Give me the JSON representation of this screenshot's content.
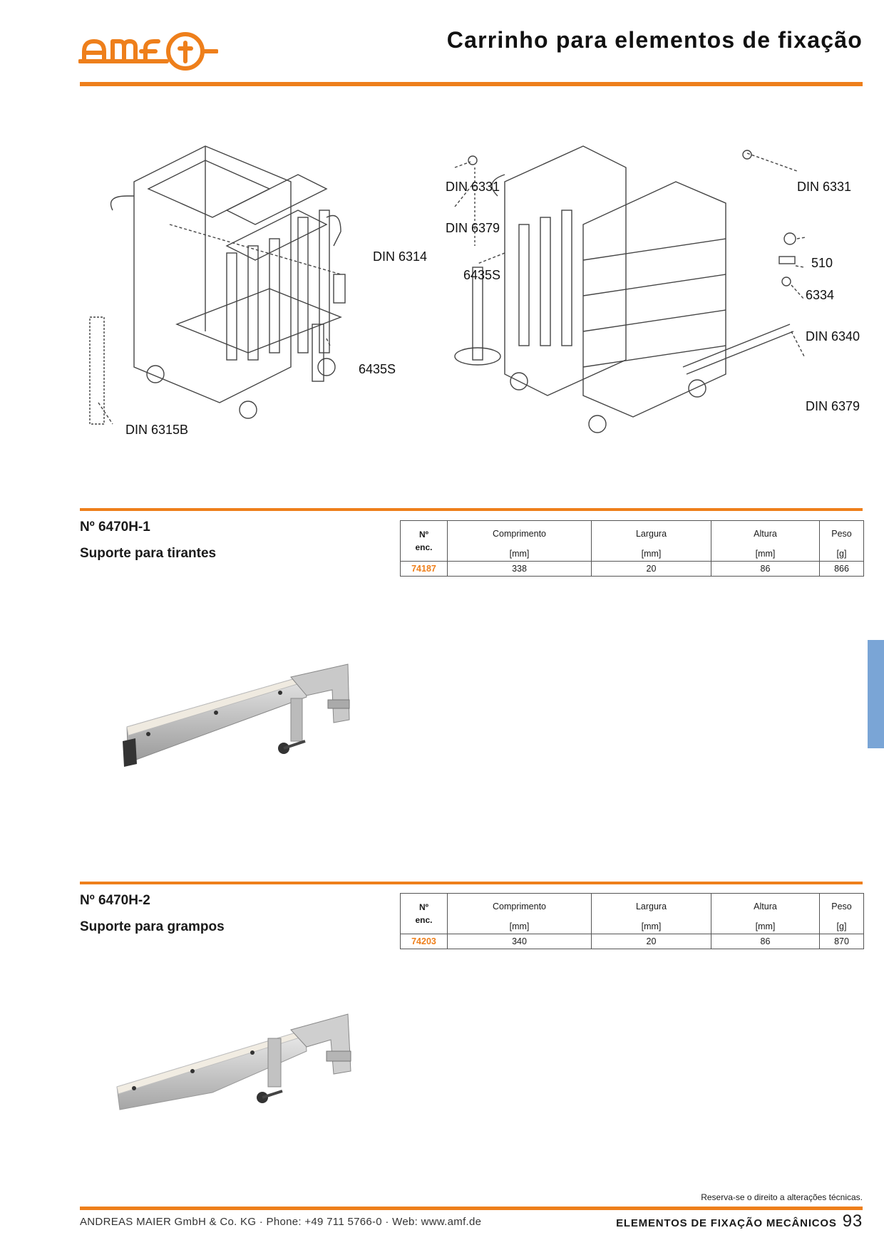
{
  "header": {
    "logo_text": "amf",
    "title": "Carrinho para elementos de fixação"
  },
  "figure_callouts": [
    {
      "id": "din-6314",
      "text": "DIN 6314"
    },
    {
      "id": "6435s-left",
      "text": "6435S"
    },
    {
      "id": "din-6315b",
      "text": "DIN 6315B"
    },
    {
      "id": "din-6331-left",
      "text": "DIN 6331"
    },
    {
      "id": "din-6379-left",
      "text": "DIN 6379"
    },
    {
      "id": "6435s-right",
      "text": "6435S"
    },
    {
      "id": "din-6331-right",
      "text": "DIN 6331"
    },
    {
      "id": "510",
      "text": "510"
    },
    {
      "id": "6334",
      "text": "6334"
    },
    {
      "id": "din-6340",
      "text": "DIN 6340"
    },
    {
      "id": "din-6379-right",
      "text": "DIN 6379"
    }
  ],
  "table_headers": {
    "enc_1": "Nº",
    "enc_2": "enc.",
    "length": "Comprimento",
    "width": "Largura",
    "height": "Altura",
    "weight": "Peso",
    "unit_mm": "[mm]",
    "unit_g": "[g]"
  },
  "products": [
    {
      "number": "Nº 6470H-1",
      "name": "Suporte para tirantes",
      "rows": [
        {
          "code": "74187",
          "length": "338",
          "width": "20",
          "height": "86",
          "weight": "866"
        }
      ]
    },
    {
      "number": "Nº 6470H-2",
      "name": "Suporte para grampos",
      "rows": [
        {
          "code": "74203",
          "length": "340",
          "width": "20",
          "height": "86",
          "weight": "870"
        }
      ]
    }
  ],
  "colors": {
    "accent": "#ee7f1b",
    "side_tab": "#7aa5d6"
  },
  "footer": {
    "note": "Reserva-se o direito a alterações técnicas.",
    "company": "ANDREAS MAIER GmbH & Co. KG · Phone: +49 711 5766-0 · Web: www.amf.de",
    "section": "ELEMENTOS DE FIXAÇÃO MECÂNICOS",
    "page": "93"
  }
}
